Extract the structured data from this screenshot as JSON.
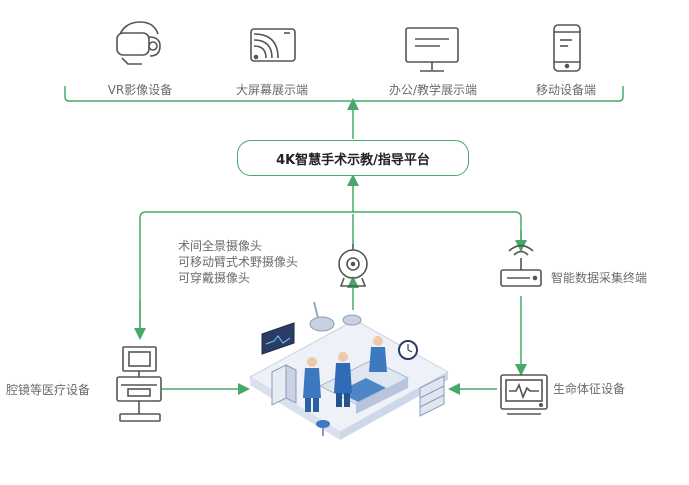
{
  "top_devices": [
    {
      "label": "VR影像设备",
      "icon": "vr-headset-icon"
    },
    {
      "label": "大屏幕展示端",
      "icon": "screen-cast-icon"
    },
    {
      "label": "办公/教学展示端",
      "icon": "monitor-icon"
    },
    {
      "label": "移动设备端",
      "icon": "mobile-phone-icon"
    }
  ],
  "platform": {
    "label": "4K智慧手术示教/指导平台"
  },
  "cameras": {
    "icon": "webcam-icon",
    "lines": [
      "术间全景摄像头",
      "可移动臂式术野摄像头",
      "可穿戴摄像头"
    ]
  },
  "data_terminal": {
    "label": "智能数据采集终端",
    "icon": "router-antenna-icon"
  },
  "endoscope": {
    "label": "腔镜等医疗设备",
    "icon": "endoscope-tower-icon"
  },
  "vital_signs": {
    "label": "生命体征设备",
    "icon": "vital-monitor-icon"
  },
  "colors": {
    "accent": "#46a86a",
    "icon": "#555555",
    "text": "#6b6b6b"
  }
}
